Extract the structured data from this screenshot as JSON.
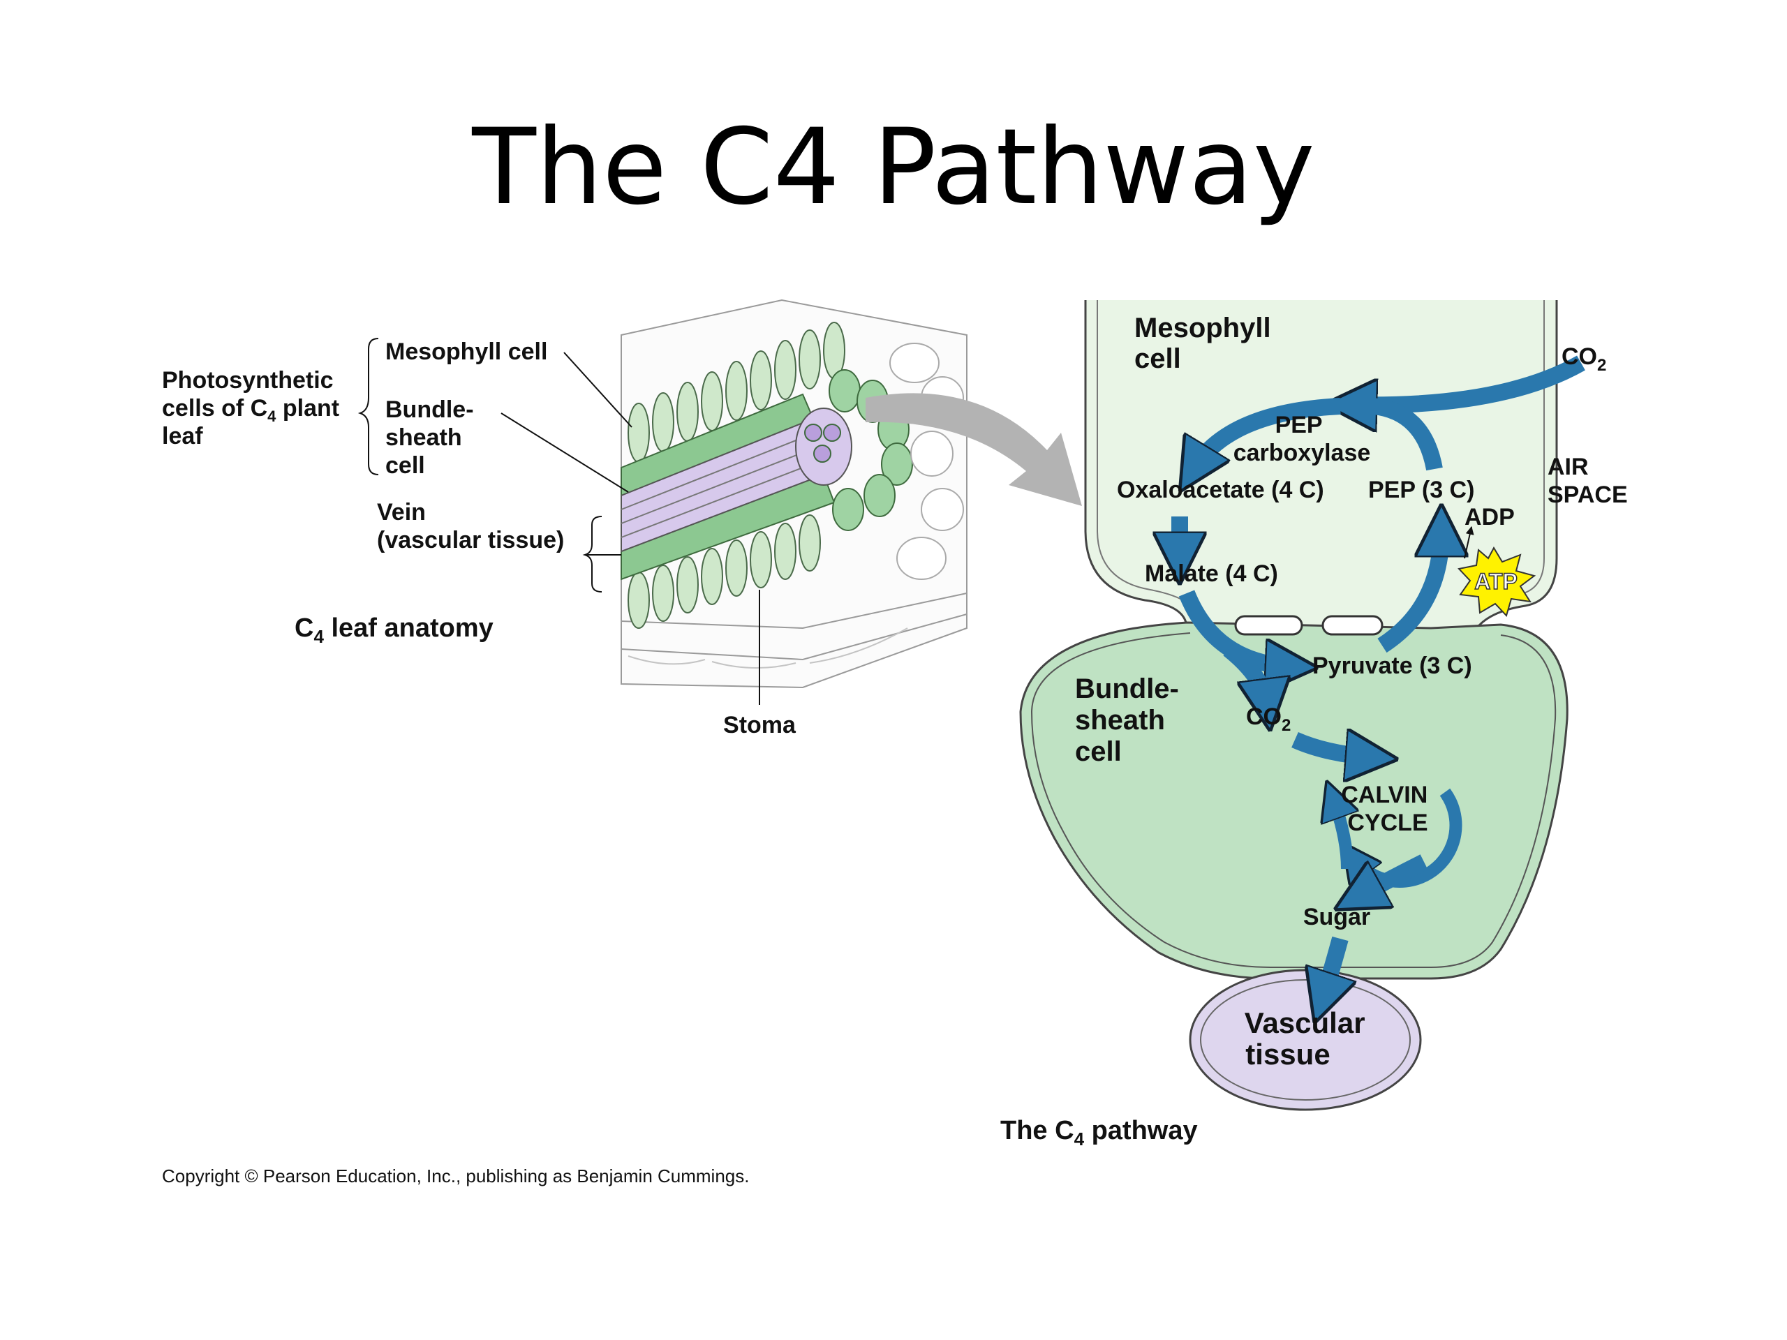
{
  "slide": {
    "title": "The C4 Pathway"
  },
  "anatomy": {
    "group_label_lines": [
      "Photosynthetic",
      "cells of C",
      "4",
      " plant",
      "leaf"
    ],
    "mesophyll_cell": "Mesophyll cell",
    "bundle_sheath_lines": [
      "Bundle-",
      "sheath",
      "cell"
    ],
    "vein_lines": [
      "Vein",
      "(vascular tissue)"
    ],
    "stoma": "Stoma",
    "caption_prefix": "C",
    "caption_sub": "4",
    "caption_suffix": " leaf anatomy"
  },
  "pathway": {
    "mesophyll_label_lines": [
      "Mesophyll",
      "cell"
    ],
    "co2_main": "CO",
    "co2_sub": "2",
    "air_space_lines": [
      "AIR",
      "SPACE"
    ],
    "enzyme_lines": [
      "PEP",
      "carboxylase"
    ],
    "oxaloacetate": "Oxaloacetate (4 C)",
    "pep": "PEP (3 C)",
    "adp": "ADP",
    "atp": "ATP",
    "malate": "Malate (4 C)",
    "pyruvate": "Pyruvate (3 C)",
    "bundle_sheath_lines": [
      "Bundle-",
      "sheath",
      "cell"
    ],
    "co2_inner_main": "CO",
    "co2_inner_sub": "2",
    "calvin_lines": [
      "CALVIN",
      "CYCLE"
    ],
    "sugar": "Sugar",
    "vascular_lines": [
      "Vascular",
      "tissue"
    ],
    "caption_prefix": "The C",
    "caption_sub": "4",
    "caption_suffix": " pathway"
  },
  "colors": {
    "mesophyll_fill": "#e9f5e6",
    "bundle_fill": "#bfe2c3",
    "vascular_fill": "#ded6ee",
    "arrow_blue": "#2a78ad",
    "atp_yellow": "#fff200",
    "gray_arrow": "#b3b3b3"
  },
  "copyright": "Copyright © Pearson Education, Inc., publishing as Benjamin Cummings."
}
